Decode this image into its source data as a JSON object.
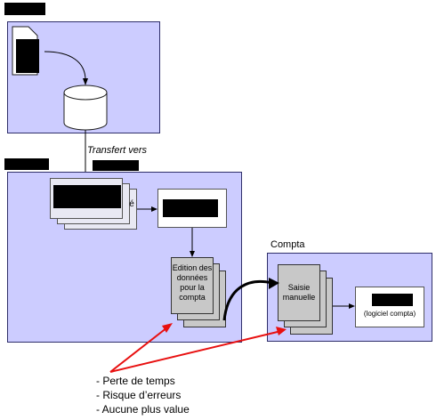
{
  "diagram": {
    "transfer_label": "Transfert vers",
    "edition_label": "Edition des données pour la compta",
    "compta_title": "Compta",
    "saisie_label": "Saisie manuelle",
    "logiciel_label": "(logiciel compta)",
    "residual_glyph": "é",
    "issues": [
      "- Perte de temps",
      "- Risque d’erreurs",
      "- Aucune plus value"
    ],
    "colors": {
      "panel_fill": "#ccccff",
      "panel_border": "#2f2f6a",
      "redaction": "#000000",
      "arrow_red": "#e81010",
      "doc_fill": "#c8c8c8"
    }
  }
}
